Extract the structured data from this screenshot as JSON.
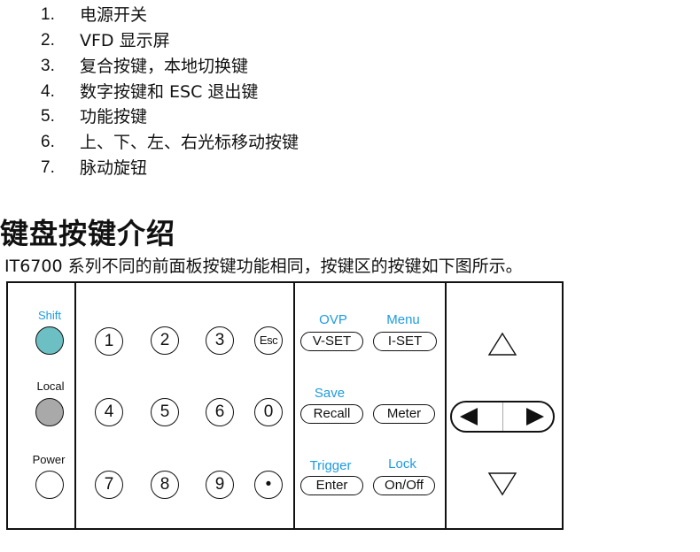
{
  "list_items": [
    {
      "num": "1.",
      "text": "电源开关"
    },
    {
      "num": "2.",
      "text": "VFD 显示屏"
    },
    {
      "num": "3.",
      "text": "复合按键，本地切换键"
    },
    {
      "num": "4.",
      "text": "数字按键和 ESC 退出键"
    },
    {
      "num": "5.",
      "text": "功能按键"
    },
    {
      "num": "6.",
      "text": "上、下、左、右光标移动按键"
    },
    {
      "num": "7.",
      "text": "脉动旋钮"
    }
  ],
  "heading": "键盘按键介绍",
  "intro": "IT6700 系列不同的前面板按键功能相同，按键区的按键如下图所示。",
  "panel": {
    "left_keys": [
      {
        "label": "Shift",
        "fill": "#6cc0c4",
        "label_color": "#1e9be0"
      },
      {
        "label": "Local",
        "fill": "#a9a9a9",
        "label_color": "#111111"
      },
      {
        "label": "Power",
        "fill": "#ffffff",
        "label_color": "#111111"
      }
    ],
    "num_keys": [
      "1",
      "2",
      "3",
      "Esc",
      "4",
      "5",
      "6",
      "0",
      "7",
      "8",
      "9",
      "•"
    ],
    "func_keys": [
      {
        "shift_label": "OVP",
        "label": "V-SET"
      },
      {
        "shift_label": "Menu",
        "label": "I-SET"
      },
      {
        "shift_label": "Save",
        "label": "Recall"
      },
      {
        "shift_label": "",
        "label": "Meter"
      },
      {
        "shift_label": "Trigger",
        "label": "Enter"
      },
      {
        "shift_label": "Lock",
        "label": "On/Off"
      }
    ],
    "arrow_icons": [
      "up-triangle",
      "left-arrow",
      "right-arrow",
      "down-triangle"
    ],
    "colors": {
      "accent": "#1e9be0",
      "border": "#111111"
    }
  }
}
